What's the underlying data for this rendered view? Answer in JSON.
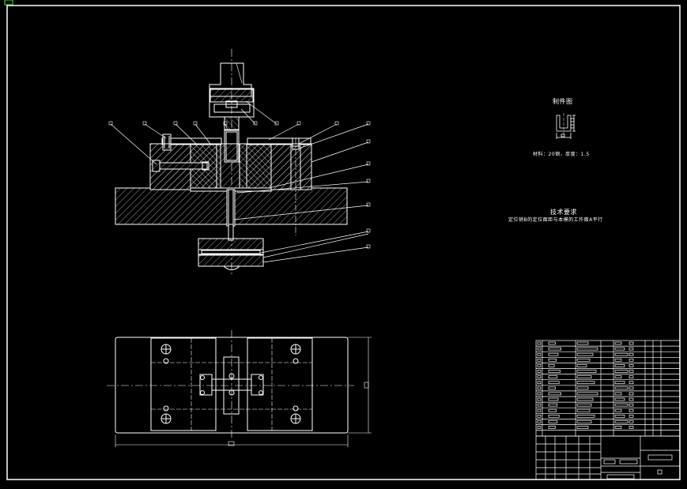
{
  "part_drawing": {
    "title": "制件图",
    "material": "材料：20钢，厚度：1.5"
  },
  "technical_requirements": {
    "heading": "技术要求",
    "line1": "定位销B的定位面距与本模的工作面A平行"
  },
  "colors": {
    "background": "#000000",
    "line": "#ffffff",
    "hatch": "#ffffff"
  }
}
